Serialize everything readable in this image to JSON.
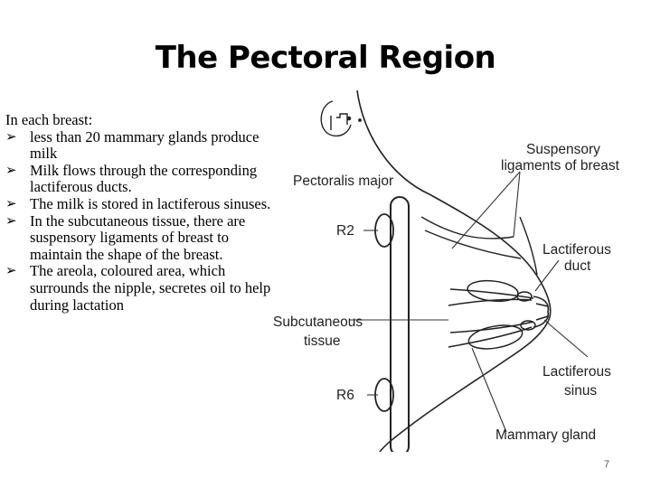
{
  "slide": {
    "title": "The Pectoral Region",
    "intro": "In each breast:",
    "bullets": [
      " less than 20 mammary glands produce milk",
      " Milk flows through the corresponding lactiferous ducts.",
      " The milk is stored in lactiferous sinuses.",
      "In the subcutaneous tissue, there are suspensory ligaments of breast to maintain the shape of the breast.",
      "The areola, coloured area, which surrounds the nipple, secretes oil to help during lactation"
    ],
    "bullet_icon": "arrowhead-bullet-icon",
    "page_number": "7"
  },
  "diagram": {
    "labels": {
      "suspensory_1": "Suspensory",
      "suspensory_2": "ligaments of breast",
      "pectoralis": "Pectoralis major",
      "r2": "R2",
      "lactiferous_duct_1": "Lactiferous",
      "lactiferous_duct_2": "duct",
      "subcutaneous_1": "Subcutaneous",
      "subcutaneous_2": "tissue",
      "lactiferous_sinus_1": "Lactiferous",
      "lactiferous_sinus_2": "sinus",
      "r6": "R6",
      "mammary_gland": "Mammary gland"
    }
  }
}
